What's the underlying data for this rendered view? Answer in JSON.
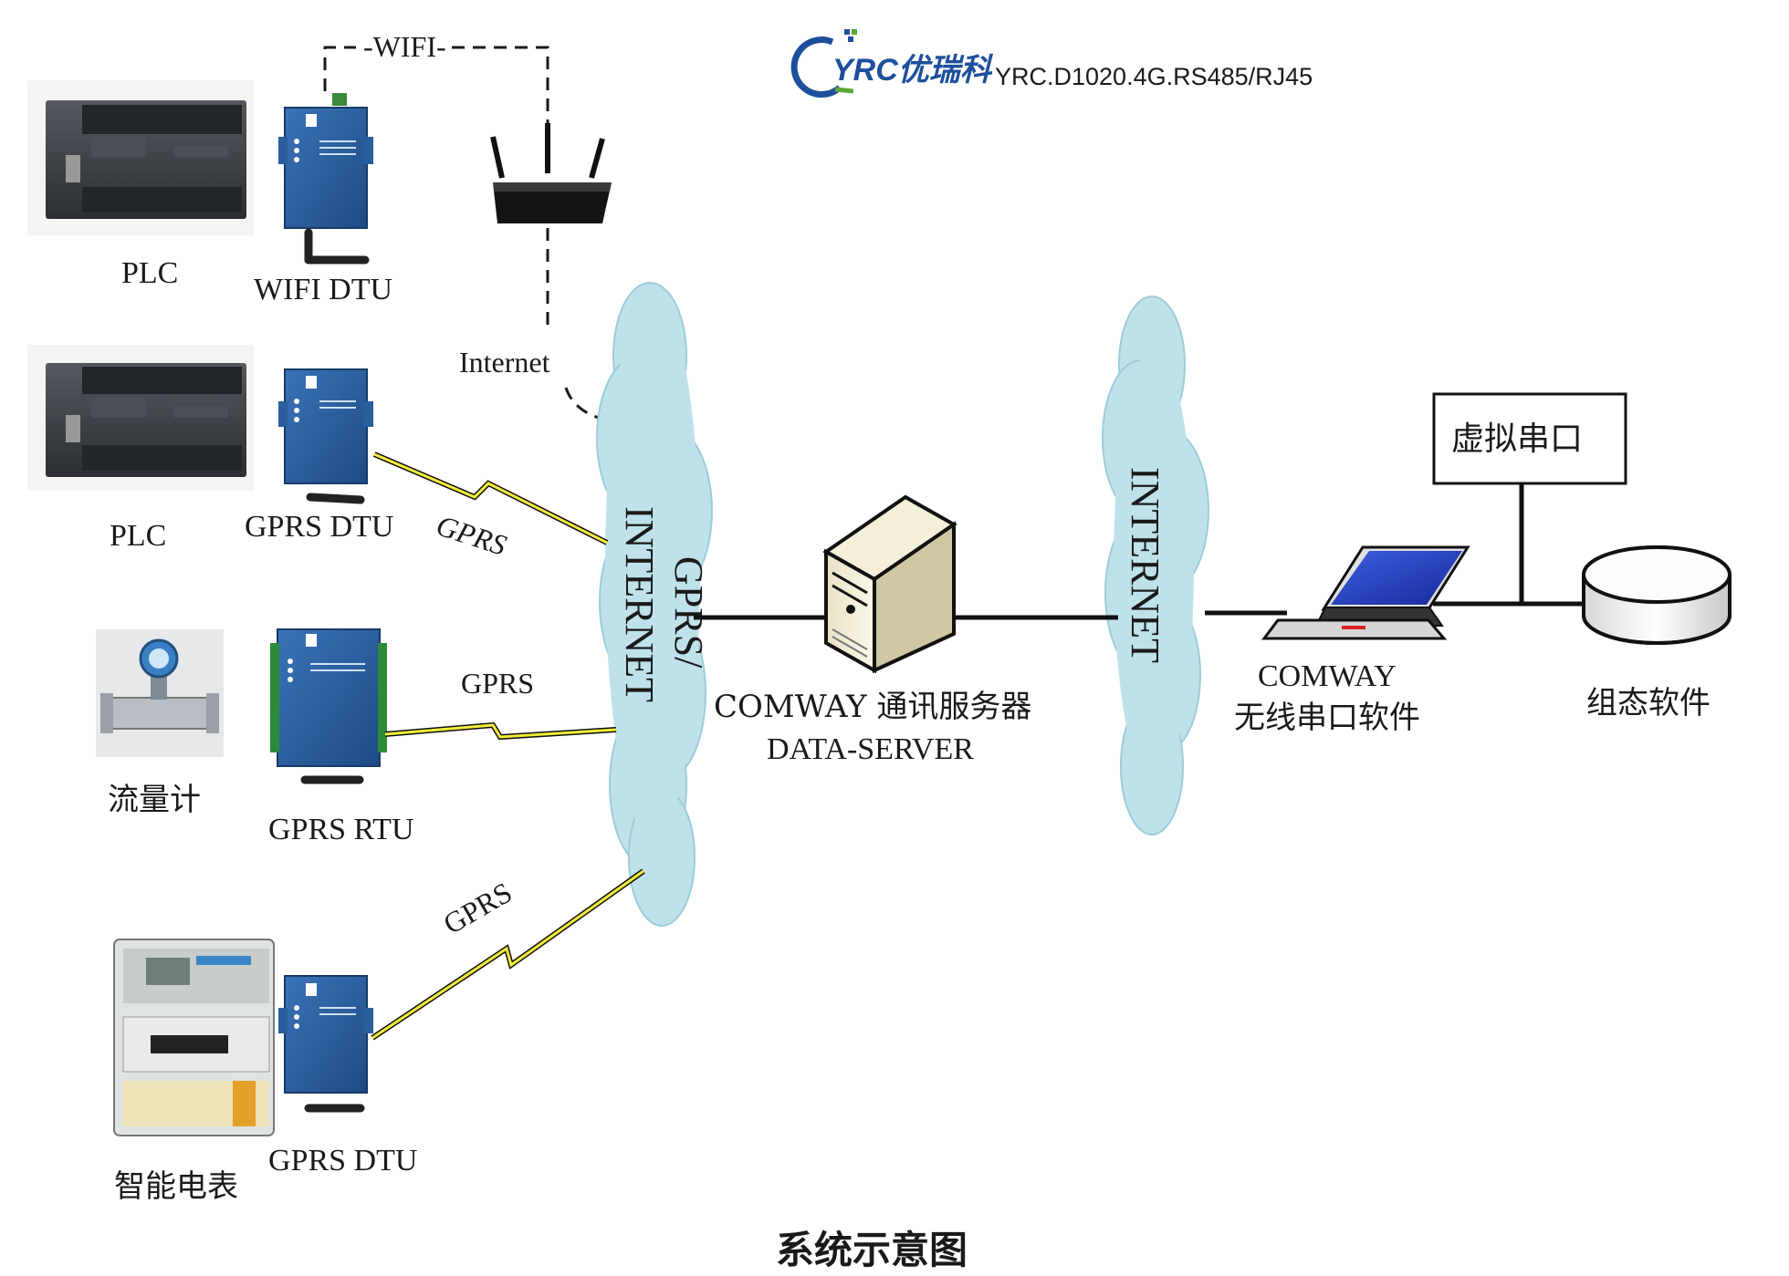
{
  "header": {
    "logo_text": "YRC优瑞科",
    "model": "YRC.D1020.4G.RS485/RJ45"
  },
  "labels": {
    "wifi": "-WIFI-",
    "internet_small": "Internet",
    "plc_1": "PLC",
    "wifi_dtu": "WIFI DTU",
    "plc_2": "PLC",
    "gprs_dtu_1": "GPRS DTU",
    "gprs_link_1": "GPRS",
    "flowmeter": "流量计",
    "gprs_rtu": "GPRS RTU",
    "gprs_link_2": "GPRS",
    "smart_meter": "智能电表",
    "gprs_dtu_2": "GPRS DTU",
    "gprs_link_3": "GPRS",
    "cloud_left_1": "INTERNET",
    "cloud_left_2": "GPRS/",
    "server_line1": "COMWAY 通讯服务器",
    "server_line2": "DATA-SERVER",
    "cloud_right": "INTERNET",
    "virtual_port": "虚拟串口",
    "software_line1": "COMWAY",
    "software_line2": "无线串口软件",
    "scada": "组态软件",
    "caption": "系统示意图"
  },
  "colors": {
    "dtu_blue": "#2a5d9c",
    "cloud": "#bfe2ea",
    "lightning": "#f2ee3a",
    "plc_dark": "#3a3d42",
    "logo_blue": "#1e4f9c",
    "logo_green": "#5aa83a"
  }
}
